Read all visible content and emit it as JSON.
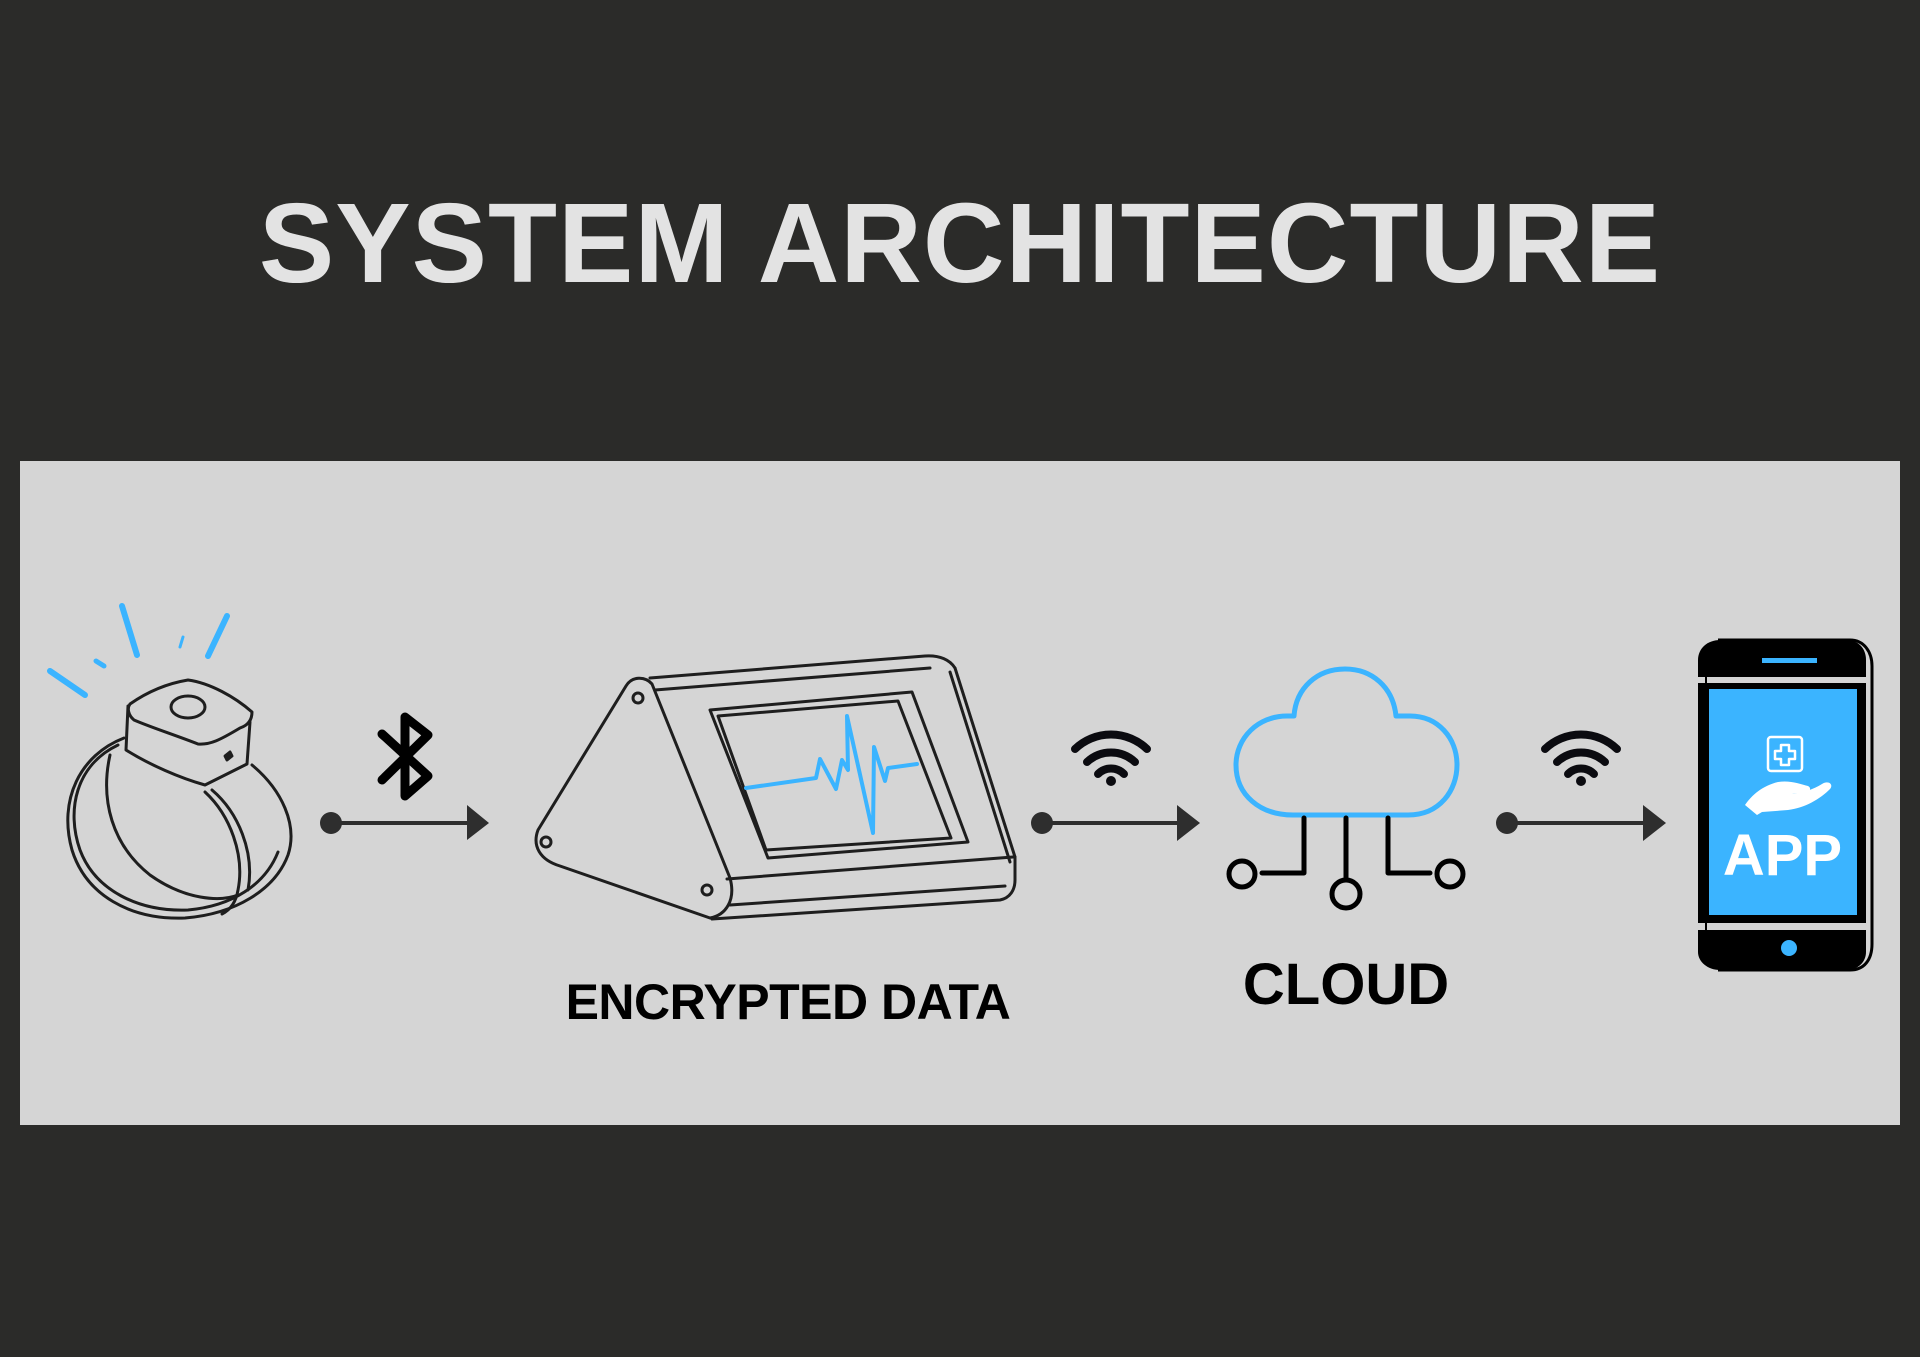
{
  "title": "SYSTEM ARCHITECTURE",
  "colors": {
    "background": "#2b2b29",
    "panel": "#d5d5d5",
    "title_text": "#e3e3e3",
    "accent_blue": "#3bb4ff",
    "ink": "#1e1e1e",
    "arrow": "#2e2e2e"
  },
  "flow": [
    {
      "id": "wearable",
      "label": "",
      "icon": "smart-ring-icon"
    },
    {
      "id": "link-1",
      "connector": "arrow",
      "protocol_icon": "bluetooth-icon"
    },
    {
      "id": "gateway",
      "label": "ENCRYPTED DATA",
      "icon": "monitor-device-icon"
    },
    {
      "id": "link-2",
      "connector": "arrow",
      "protocol_icon": "wifi-icon"
    },
    {
      "id": "cloud",
      "label": "CLOUD",
      "icon": "cloud-network-icon"
    },
    {
      "id": "link-3",
      "connector": "arrow",
      "protocol_icon": "wifi-icon"
    },
    {
      "id": "app",
      "label": "APP",
      "icon": "smartphone-icon"
    }
  ],
  "labels": {
    "encrypted_data": "ENCRYPTED DATA",
    "cloud": "CLOUD",
    "app": "APP"
  }
}
